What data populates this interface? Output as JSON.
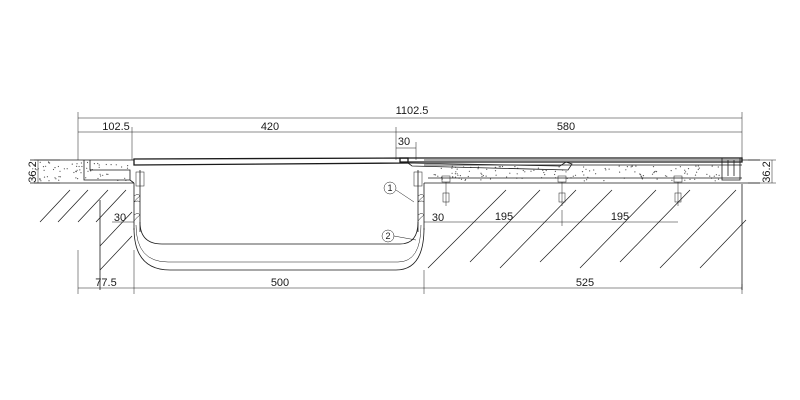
{
  "drawing": {
    "dimensions_top": {
      "overall": "1102.5",
      "left": "102.5",
      "middle": "420",
      "right": "580",
      "gap": "30"
    },
    "dimensions_side": {
      "slab_left": "36.2",
      "slab_right": "36.2"
    },
    "dimensions_inner": {
      "joint_left": "30",
      "joint_right": "30",
      "spacing_a": "195",
      "spacing_b": "195"
    },
    "dimensions_bottom": {
      "left": "77.5",
      "middle": "500",
      "right": "525"
    },
    "callouts": {
      "one": "1",
      "two": "2"
    }
  }
}
